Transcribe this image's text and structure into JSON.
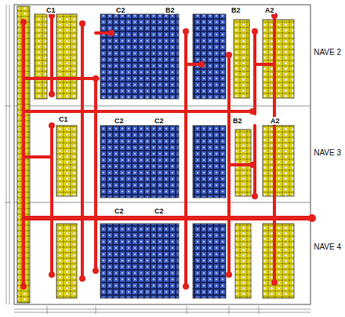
{
  "diagram": {
    "labels": [
      "C1",
      "C2",
      "B2",
      "B2",
      "A2",
      "C1",
      "C2",
      "C2",
      "B2",
      "A2",
      "C2",
      "C2",
      "NAVE 2",
      "NAVE 3",
      "NAVE 4"
    ]
  }
}
